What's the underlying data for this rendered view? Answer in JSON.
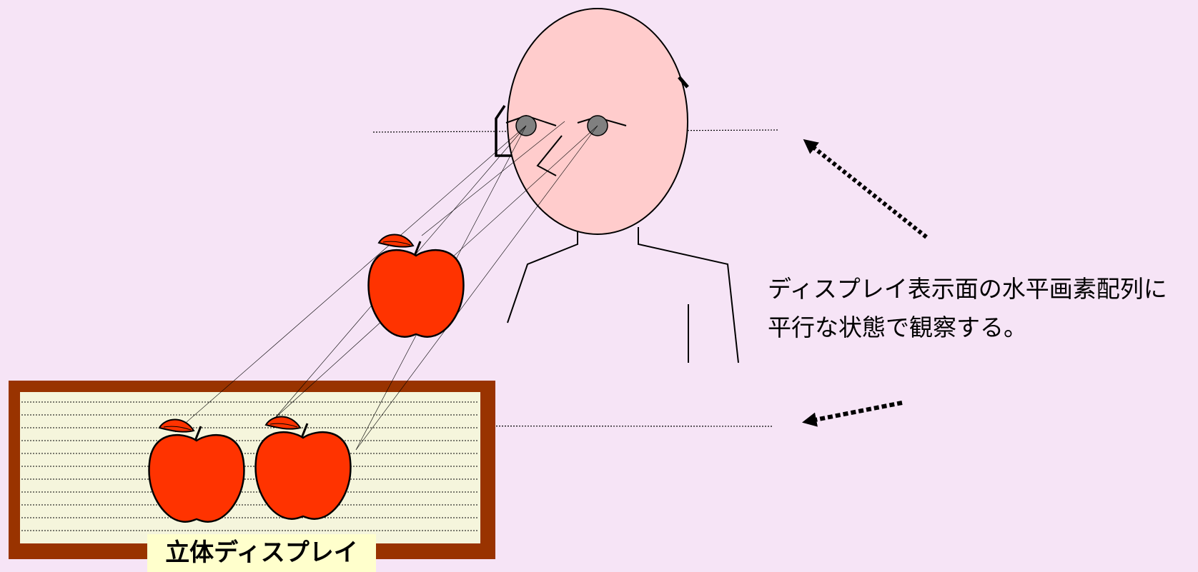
{
  "caption": {
    "line1": "ディスプレイ表示面の水平画素配列に",
    "line2": "平行な状態で観察する。"
  },
  "display_label": "立体ディスプレイ",
  "colors": {
    "background": "#f6e4f6",
    "face": "#ffcccc",
    "eye": "#808080",
    "apple": "#ff3300",
    "display_frame": "#993300",
    "display_screen": "#f5f5dc",
    "label_background": "#ffffcc"
  }
}
